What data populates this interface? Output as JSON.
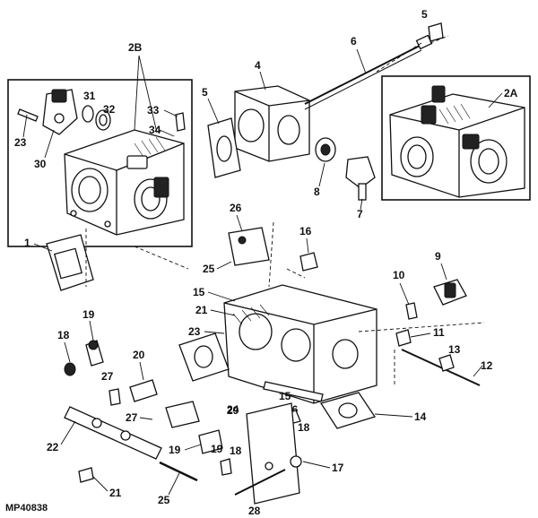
{
  "figure_code": "MP40838",
  "callouts": {
    "c1": "1",
    "c2A": "2A",
    "c2B": "2B",
    "c4": "4",
    "c5a": "5",
    "c5b": "5",
    "c6": "6",
    "c7": "7",
    "c8": "8",
    "c9": "9",
    "c10": "10",
    "c11": "11",
    "c12": "12",
    "c13": "13",
    "c14": "14",
    "c15a": "15",
    "c15b": "15",
    "c16a": "16",
    "c16b": "16",
    "c17": "17",
    "c18a": "18",
    "c18b": "18",
    "c19a": "19",
    "c19b": "19",
    "c19c": "19",
    "c20": "20",
    "c21a": "21",
    "c21b": "21",
    "c22": "22",
    "c23a": "23",
    "c23b": "23",
    "c24": "24",
    "c25a": "25",
    "c25b": "25",
    "c26": "26",
    "c27a": "27",
    "c27b": "27",
    "c28": "28",
    "c29": "29",
    "c30": "30",
    "c31": "31",
    "c32": "32",
    "c33": "33",
    "c34": "34"
  }
}
